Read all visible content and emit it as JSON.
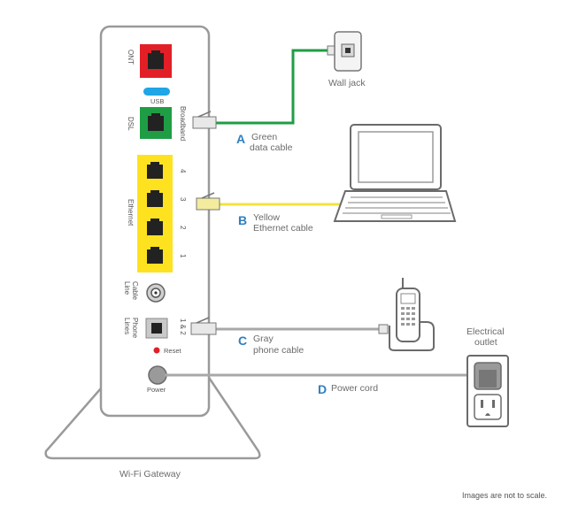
{
  "ports": {
    "ont": "ONT",
    "usb": "USB",
    "dsl": "DSL",
    "broadband": "Broadband",
    "ethernet": "Ethernet",
    "eth_numbers": [
      "4",
      "3",
      "2",
      "1"
    ],
    "cable_line": "Cable Line",
    "phone_lines": "Phone Lines",
    "phone_num": "1 & 2",
    "reset": "Reset",
    "power": "Power"
  },
  "labels": {
    "wall_jack": "Wall jack",
    "letter_a": "A",
    "cable_a_line1": "Green",
    "cable_a_line2": "data cable",
    "letter_b": "B",
    "cable_b_line1": "Yellow",
    "cable_b_line2": "Ethernet cable",
    "letter_c": "C",
    "cable_c_line1": "Gray",
    "cable_c_line2": "phone cable",
    "letter_d": "D",
    "cable_d": "Power cord",
    "outlet_line1": "Electrical",
    "outlet_line2": "outlet",
    "gateway": "Wi-Fi Gateway",
    "scale_note": "Images are not to scale."
  },
  "colors": {
    "ont_port": "#e21f26",
    "usb_port": "#1ea6e6",
    "dsl_port": "#1f9d45",
    "ethernet_port": "#ffe21f",
    "green_cable": "#1f9d45",
    "yellow_cable": "#f5e23a",
    "gray_cable": "#a8a8a8",
    "letter_blue": "#2f7fc1",
    "outline": "#8f8f8f",
    "reset_dot": "#e21f26"
  },
  "icons": [
    "wall-jack-icon",
    "laptop-icon",
    "cordless-phone-icon",
    "electrical-outlet-icon",
    "coax-connector-icon"
  ]
}
